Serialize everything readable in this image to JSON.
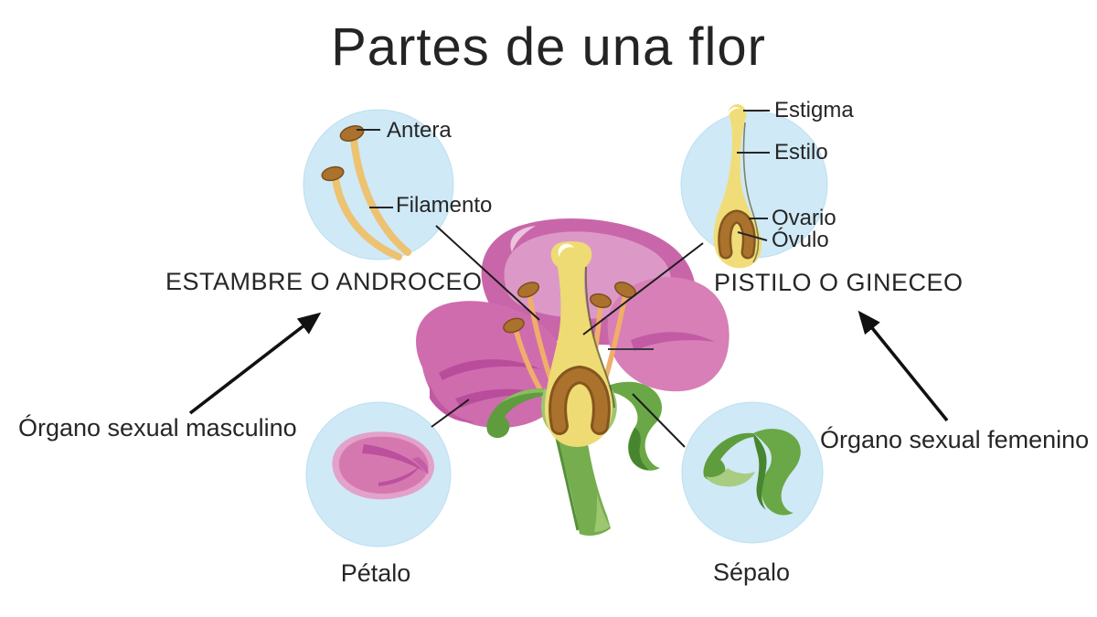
{
  "title": "Partes de una flor",
  "palette": {
    "circle_blue": "#cfe9f6",
    "petal_pink": "#d678b0",
    "petal_pink_dark": "#bc4f9e",
    "petal_pink_light": "#e2a2ca",
    "pistil_yellow": "#eedb74",
    "ovule_brown": "#aa722d",
    "anther_brown": "#aa722d",
    "filament_tan": "#f0ae6a",
    "sepal_green": "#6aa746",
    "sepal_green_dark": "#47852f",
    "stem_green": "#76ad4e",
    "line_black": "#1c1c1c",
    "text": "#262626"
  },
  "stamen_section": {
    "heading": "ESTAMBRE O ANDROCEO",
    "annotation": "Órgano sexual masculino",
    "labels": {
      "anther": "Antera",
      "filament": "Filamento"
    }
  },
  "pistil_section": {
    "heading": "PISTILO O GINECEO",
    "annotation": "Órgano sexual femenino",
    "labels": {
      "stigma": "Estigma",
      "style": "Estilo",
      "ovary": "Ovario",
      "ovule": "Óvulo"
    }
  },
  "petal_section": {
    "caption": "Pétalo"
  },
  "sepal_section": {
    "caption": "Sépalo"
  }
}
